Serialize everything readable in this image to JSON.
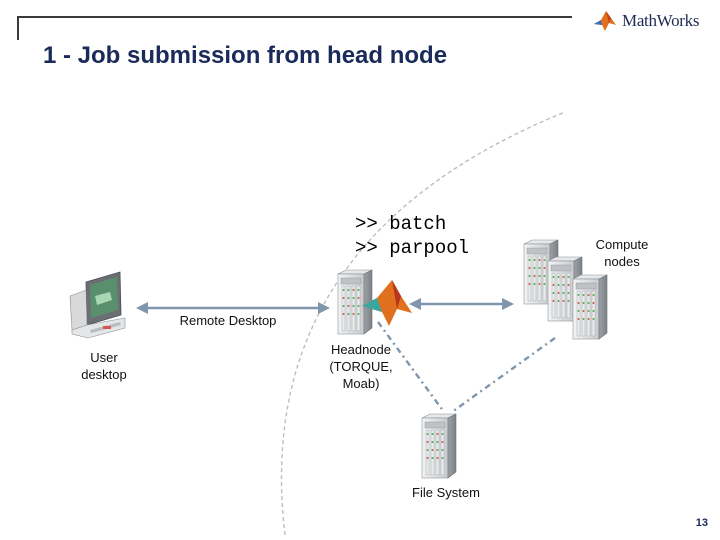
{
  "header": {
    "logo_text": "MathWorks",
    "title": "1 - Job submission from head node"
  },
  "commands": [
    ">> batch",
    ">> parpool"
  ],
  "nodes": {
    "user_desktop": "User desktop",
    "headnode": "Headnode (TORQUE, Moab)",
    "compute_nodes": "Compute nodes",
    "file_system": "File System"
  },
  "connections": {
    "remote_desktop": "Remote Desktop"
  },
  "page_number": "13",
  "colors": {
    "title": "#1a2a5a",
    "connector": "#7f96ad",
    "arc": "#c0c0c0",
    "matlab_orange": "#e1701e",
    "server_body": "#d7d9db"
  }
}
